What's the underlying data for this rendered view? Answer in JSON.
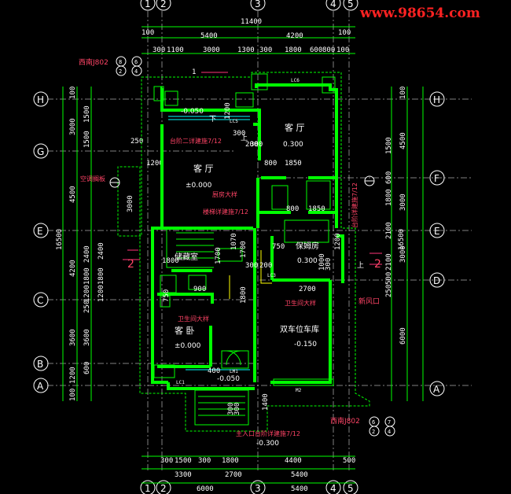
{
  "watermark": "www.98654.com",
  "axes_top": [
    "1",
    "2",
    "3",
    "4",
    "5"
  ],
  "axes_bottom": [
    "1",
    "2",
    "3",
    "4",
    "5"
  ],
  "axes_left": [
    "H",
    "G",
    "F",
    "E",
    "D",
    "C",
    "B",
    "A"
  ],
  "axes_right": [
    "H",
    "F",
    "E",
    "D",
    "A"
  ],
  "dims": {
    "top_total": "11400",
    "top_row1": [
      "100",
      "5400",
      "4200",
      "100"
    ],
    "top_row2": [
      "300",
      "1100",
      "3000",
      "1300",
      "300",
      "1800",
      "600",
      "800",
      "100"
    ],
    "left_total": "16500",
    "left_col1": [
      "100",
      "3000",
      "4500",
      "4200",
      "3600",
      "1200",
      "100"
    ],
    "left_col2": [
      "1500",
      "1500",
      "2400",
      "1800",
      "1200",
      "250",
      "3600",
      "600"
    ],
    "left_extra": [
      "250",
      "1200",
      "3000"
    ],
    "right_total": "16500",
    "right_col1": [
      "100",
      "4500",
      "3000",
      "3000",
      "6000"
    ],
    "right_col2": [
      "1500",
      "600",
      "1800",
      "2100",
      "2100",
      "500",
      "250"
    ],
    "bottom_row1": [
      "300",
      "1500",
      "300",
      "1800",
      "4400",
      "500"
    ],
    "bottom_row2": [
      "3300",
      "2700",
      "5400"
    ],
    "bottom_row3": [
      "6000",
      "5400"
    ],
    "inner": [
      "1200",
      "300",
      "200",
      "300",
      "800",
      "1850",
      "800",
      "1850",
      "1700",
      "1070",
      "750",
      "1000",
      "300",
      "1200",
      "1800",
      "300",
      "200",
      "1800",
      "900",
      "750",
      "2700",
      "400",
      "300",
      "300",
      "1400",
      "1700"
    ]
  },
  "rooms": {
    "living_upper": "客 厅",
    "living_upper_level": "0.300",
    "living_main": "客 厅",
    "living_main_level": "±0.000",
    "storage": "储藏室",
    "guest_bed": "客 卧",
    "guest_bed_level": "±0.000",
    "nanny": "保姆房",
    "nanny_level": "0.300",
    "garage": "双车位车库",
    "garage_level": "-0.150",
    "terrace_level": "-0.050",
    "entry_level": "-0.050",
    "outside_level": "-0.300"
  },
  "notes": {
    "west_south_top": "西南J802",
    "west_south_bottom": "西南J802",
    "step_top": "台阶二详建施7/12",
    "ac_bracket": "空调搁板",
    "kitchen_detail": "厨房大样",
    "stair_detail": "楼梯详建施7/12",
    "step_right": "台阶详建施7/12",
    "toilet_detail1": "卫生间大样",
    "toilet_detail2": "卫生间大样",
    "air_inlet": "新风口",
    "entry_step": "主入口台阶详建施7/12",
    "section_no": "1",
    "section_mark": "2",
    "up_label": "上",
    "down_label": "下",
    "up_label2": "上",
    "lc1": "LC1",
    "lc6": "LC6",
    "lc3": "LC3",
    "lc5": "LC5",
    "lm1": "LM1",
    "m2": "M2",
    "ref_top": [
      "8",
      "6",
      "2",
      "4"
    ],
    "ref_bottom": [
      "6",
      "7",
      "2",
      "4"
    ]
  }
}
